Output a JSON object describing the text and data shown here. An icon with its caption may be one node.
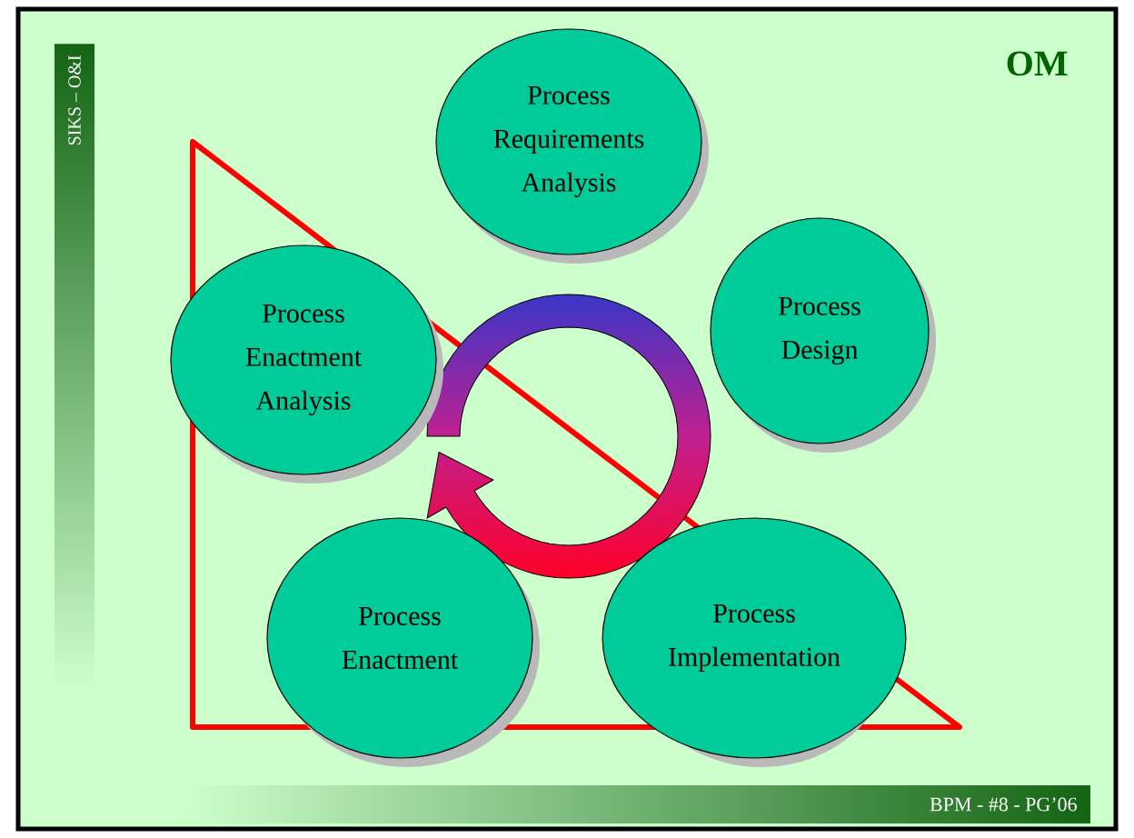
{
  "diagram": {
    "title": "OM",
    "nodes": [
      {
        "text": [
          "Process Requirements Analysis"
        ]
      },
      {
        "text": [
          "Process Enactment Analysis"
        ]
      },
      {
        "text": [
          "Process Design"
        ]
      },
      {
        "text": [
          "Process Enactment"
        ]
      },
      {
        "text": [
          "Process Implementation"
        ]
      }
    ],
    "labels": [
      "SIKS – O&I",
      "BPM - #8 - PG’06"
    ]
  }
}
